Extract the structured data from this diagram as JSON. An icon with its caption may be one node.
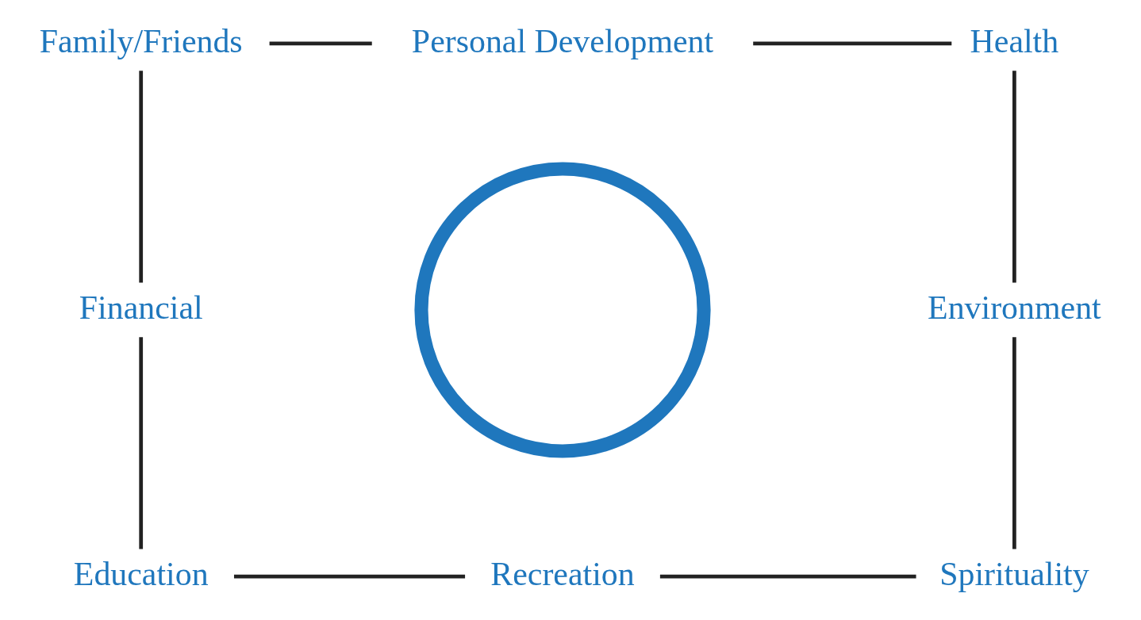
{
  "diagram": {
    "nodes": [
      {
        "text": [
          "Family/Friends"
        ]
      },
      {
        "text": [
          "Personal Development"
        ]
      },
      {
        "text": [
          "Health"
        ]
      },
      {
        "text": [],
        "shape": "circle"
      },
      {
        "text": [
          "Financial"
        ]
      },
      {
        "text": [
          "Environment"
        ]
      },
      {
        "text": [
          "Education"
        ]
      },
      {
        "text": [
          "Recreation"
        ]
      },
      {
        "text": [
          "Spirituality"
        ]
      }
    ],
    "edges": [
      {
        "from": 0,
        "to": 1,
        "arrow": "none"
      },
      {
        "from": 1,
        "to": 2,
        "arrow": "none"
      },
      {
        "from": 0,
        "to": 4,
        "arrow": "none"
      },
      {
        "from": 4,
        "to": 6,
        "arrow": "none"
      },
      {
        "from": 2,
        "to": 5,
        "arrow": "none"
      },
      {
        "from": 5,
        "to": 8,
        "arrow": "none"
      },
      {
        "from": 6,
        "to": 7,
        "arrow": "none"
      },
      {
        "from": 7,
        "to": 8,
        "arrow": "none"
      }
    ]
  }
}
